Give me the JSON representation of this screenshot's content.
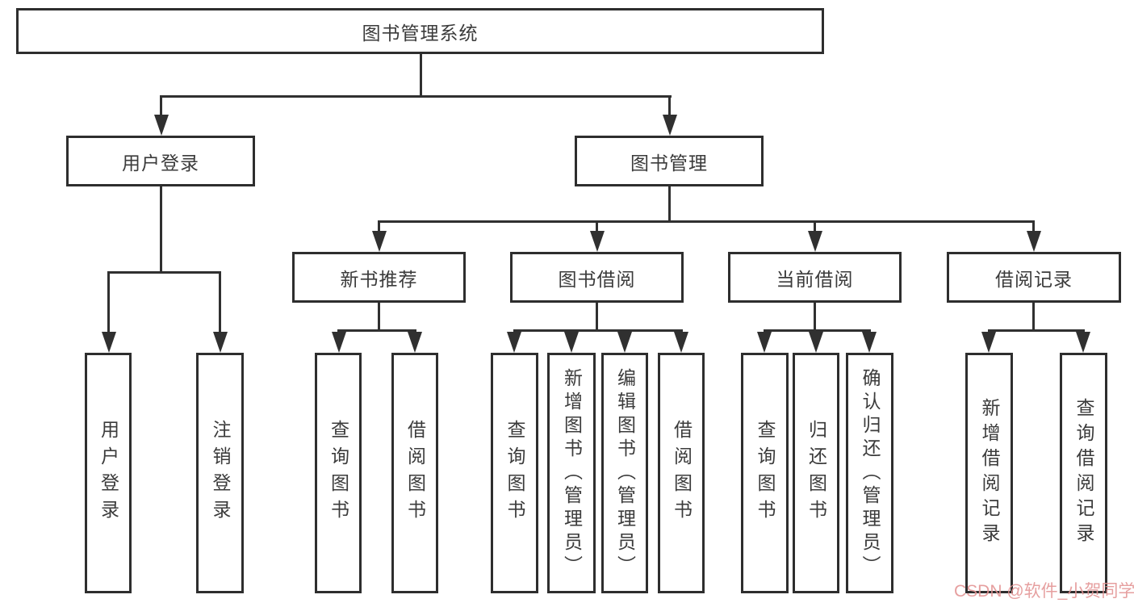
{
  "diagram": {
    "title": "图书管理系统",
    "root": "图书管理系统",
    "level2": [
      "用户登录",
      "图书管理"
    ],
    "level3": [
      "新书推荐",
      "图书借阅",
      "当前借阅",
      "借阅记录"
    ],
    "leaves": [
      "用户登录",
      "注销登录",
      "查询图书",
      "借阅图书",
      "查询图书",
      "新增图书（管理员）",
      "编辑图书（管理员）",
      "借阅图书",
      "查询图书",
      "归还图书",
      "确认归还（管理员）",
      "新增借阅记录",
      "查询借阅记录"
    ]
  },
  "watermark": {
    "text": "CSDN @软件_小贺同学",
    "color": "#e29292"
  },
  "colors": {
    "line": "#303030",
    "border": "#2e2e2e",
    "text": "#3b3b3b",
    "background": "#ffffff"
  }
}
